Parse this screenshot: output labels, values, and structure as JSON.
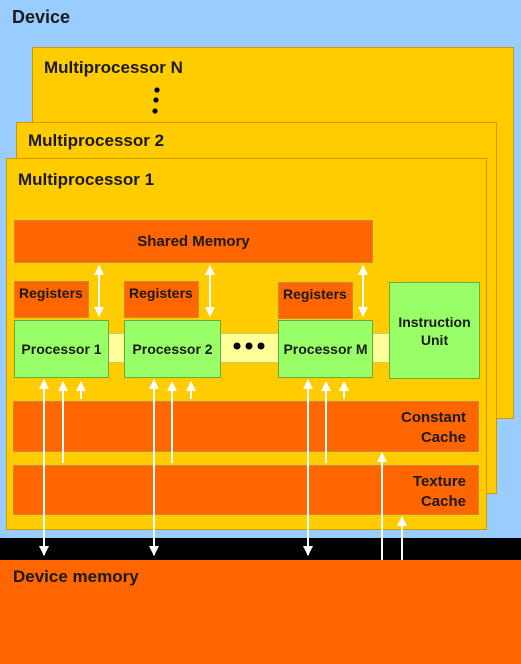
{
  "colors": {
    "device_bg": "#99ccff",
    "multiprocessor": "#ffcc00",
    "memory_block": "#ff6600",
    "processor": "#99ff66",
    "bus": "#ffff99",
    "device_memory_band": "#000000",
    "arrow": "#ffffff"
  },
  "device": {
    "title": "Device"
  },
  "multiprocessors": [
    {
      "label": "Multiprocessor N"
    },
    {
      "label": "Multiprocessor 2"
    },
    {
      "label": "Multiprocessor 1"
    }
  ],
  "mp1": {
    "shared_memory": "Shared Memory",
    "registers": [
      "Registers",
      "Registers",
      "Registers"
    ],
    "processors": [
      "Processor 1",
      "Processor 2",
      "Processor M"
    ],
    "instruction_unit": [
      "Instruction",
      "Unit"
    ],
    "constant_cache": [
      "Constant",
      "Cache"
    ],
    "texture_cache": [
      "Texture",
      "Cache"
    ]
  },
  "device_memory": {
    "label": "Device memory"
  },
  "icons": {
    "vertical_ellipsis": "vertical-ellipsis-icon",
    "horizontal_ellipsis": "horizontal-ellipsis-icon",
    "arrow": "arrow-icon"
  }
}
